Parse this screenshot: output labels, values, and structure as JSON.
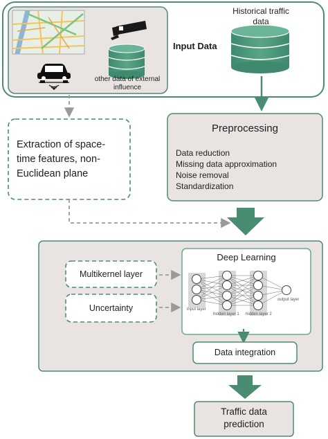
{
  "input": {
    "title": "Input Data",
    "historical_label_line1": "Historical traffic",
    "historical_label_line2": "data",
    "external_label_line1": "other data of external",
    "external_label_line2": "influence"
  },
  "extraction": {
    "line1": "Extraction of space-",
    "line2": "time features, non-",
    "line3": "Euclidean plane"
  },
  "preprocessing": {
    "title": "Preprocessing",
    "items": [
      "Data reduction",
      "Missing data approximation",
      "Noise removal",
      "Standardization"
    ]
  },
  "model": {
    "multikernel": "Multikernel layer",
    "uncertainty": "Uncertainty",
    "deep_learning": "Deep Learning",
    "input_layer": "input layer",
    "hidden1": "hidden layer 1",
    "hidden2": "hidden layer 2",
    "output_layer": "output layer",
    "data_integration": "Data integration"
  },
  "output": {
    "line1": "Traffic data",
    "line2": "prediction"
  },
  "colors": {
    "green": "#4a8c72",
    "box_fill": "#e9e4e1",
    "arrow_gray": "#9a9a9a"
  }
}
